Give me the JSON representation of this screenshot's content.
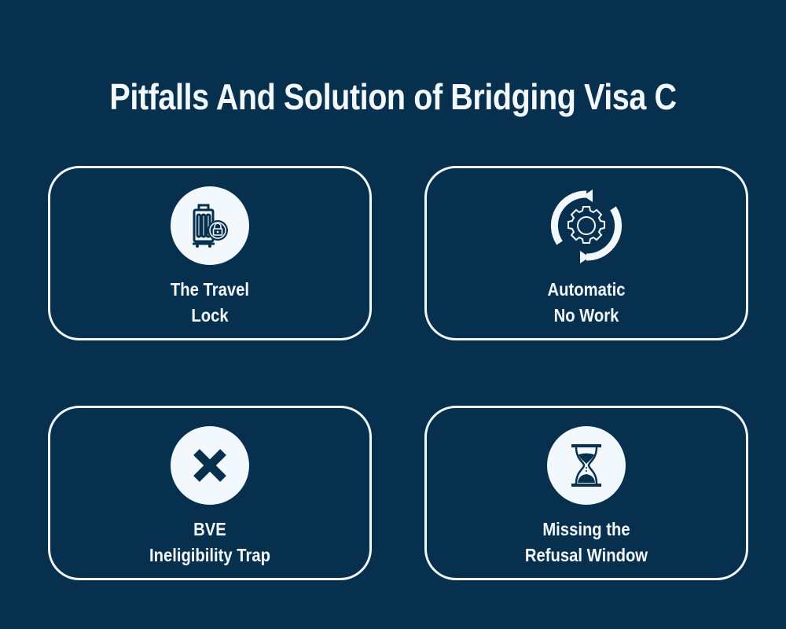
{
  "title": "Pitfalls And Solution of Bridging Visa C",
  "colors": {
    "background": "#06304d",
    "foreground": "#f2f8fb"
  },
  "cards": [
    {
      "icon": "luggage-lock-icon",
      "line1": "The Travel",
      "line2": "Lock"
    },
    {
      "icon": "gear-refresh-icon",
      "line1": "Automatic",
      "line2": "No Work"
    },
    {
      "icon": "x-icon",
      "line1": "BVE",
      "line2": "Ineligibility Trap"
    },
    {
      "icon": "hourglass-icon",
      "line1": "Missing the",
      "line2": "Refusal Window"
    }
  ]
}
